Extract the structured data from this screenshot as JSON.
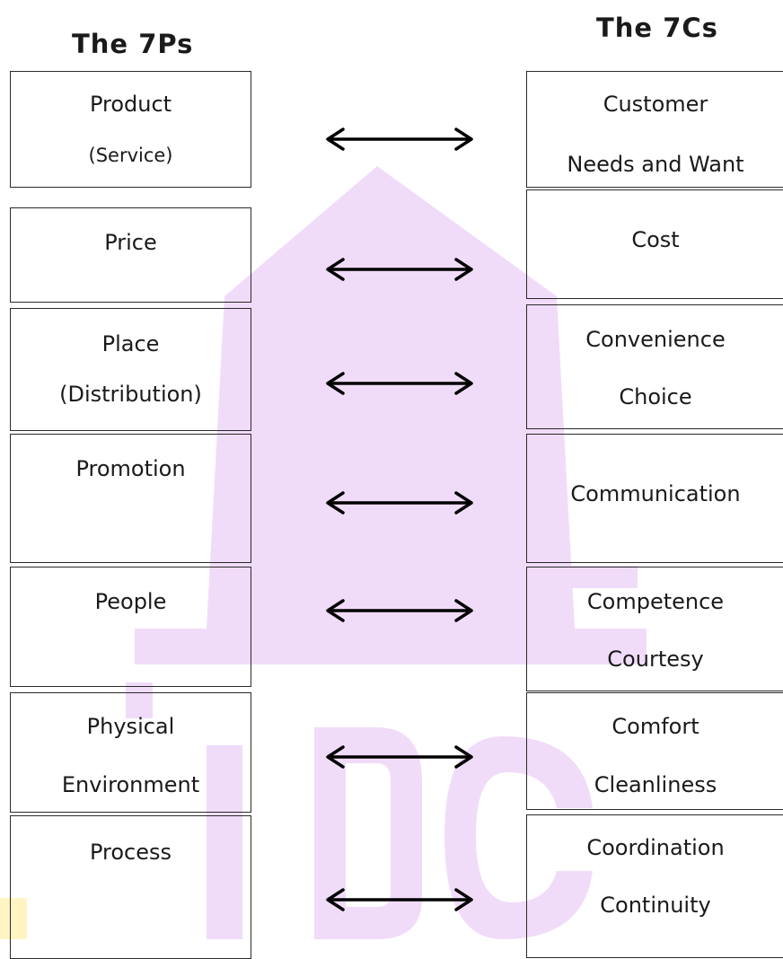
{
  "left_title": "The 7Ps",
  "right_title": "The 7Cs",
  "colors": {
    "watermark": "#f0dcf9",
    "watermark_accent": "#fff4c2",
    "border": "#2a2a2a",
    "arrow": "#000000"
  },
  "rows": [
    {
      "p_lines": [
        "Product",
        "(Service)"
      ],
      "c_lines": [
        "Customer",
        "Needs and Want"
      ]
    },
    {
      "p_lines": [
        "Price"
      ],
      "c_lines": [
        "Cost"
      ]
    },
    {
      "p_lines": [
        "Place",
        "(Distribution)"
      ],
      "c_lines": [
        "Convenience",
        "Choice"
      ]
    },
    {
      "p_lines": [
        "Promotion"
      ],
      "c_lines": [
        "Communication"
      ]
    },
    {
      "p_lines": [
        "People"
      ],
      "c_lines": [
        "Competence",
        "Courtesy"
      ]
    },
    {
      "p_lines": [
        "Physical",
        "Environment"
      ],
      "c_lines": [
        "Comfort",
        "Cleanliness"
      ]
    },
    {
      "p_lines": [
        "Process"
      ],
      "c_lines": [
        "Coordination",
        "Continuity"
      ]
    }
  ]
}
